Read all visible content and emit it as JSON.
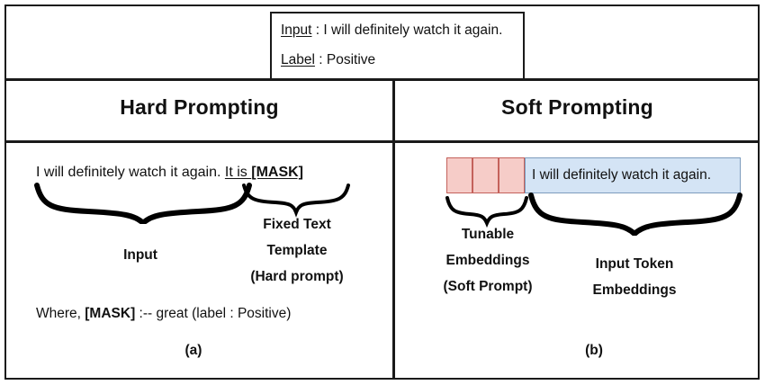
{
  "figure": {
    "example": {
      "input_key": "Input",
      "input_sep": " :  ",
      "input_value": "I will definitely watch it again.",
      "label_key": "Label",
      "label_sep": " :  ",
      "label_value": "Positive"
    },
    "panels": {
      "left": {
        "title": "Hard Prompting",
        "prompt_input_part": "I will definitely watch it again.",
        "prompt_template_part": "It is ",
        "prompt_mask": "[MASK]",
        "brace_label_input": "Input",
        "brace_label_template": [
          "Fixed Text",
          "Template",
          "(Hard prompt)"
        ],
        "where_prefix": "Where,  ",
        "where_mask": "[MASK]",
        "where_suffix": " :-- great (label : Positive)",
        "caption": "(a)"
      },
      "right": {
        "title": "Soft Prompting",
        "soft_token_count": 3,
        "token_text": "I will definitely watch it again.",
        "brace_label_soft": [
          "Tunable",
          "Embeddings",
          "(Soft Prompt)"
        ],
        "brace_label_tokens": [
          "Input Token",
          "Embeddings"
        ],
        "caption": "(b)"
      }
    },
    "colors": {
      "soft_embedding_fill": "#f6ccc8",
      "soft_embedding_border": "#c4615b",
      "token_embedding_fill": "#d4e4f5",
      "token_embedding_border": "#7d9cbd",
      "frame": "#1a1a1a",
      "background": "#ffffff"
    }
  }
}
